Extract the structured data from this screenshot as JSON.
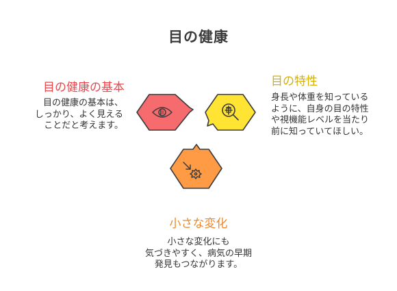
{
  "title": "目の健康",
  "sections": {
    "basics": {
      "heading": "目の健康の基本",
      "lines": [
        "目の健康の基本は、",
        "しっかり、よく見える",
        "ことだと考えます。"
      ],
      "color": "#e5484d",
      "fill": "#f56b6e",
      "icon": "eye-icon"
    },
    "traits": {
      "heading": "目の特性",
      "lines": [
        "身長や体重を知っている",
        "ように、自身の目の特性",
        "や視機能レベルを当たり",
        "前に知っていてほしい。"
      ],
      "color": "#d4b100",
      "fill": "#ffe433",
      "icon": "magnifier-plus-icon"
    },
    "change": {
      "heading": "小さな変化",
      "lines": [
        "小さな変化にも",
        "気づきやすく、病気の早期",
        "発見もつながります。"
      ],
      "color": "#ea8a30",
      "fill": "#ff9a45",
      "icon": "burst-arrow-icon"
    }
  }
}
